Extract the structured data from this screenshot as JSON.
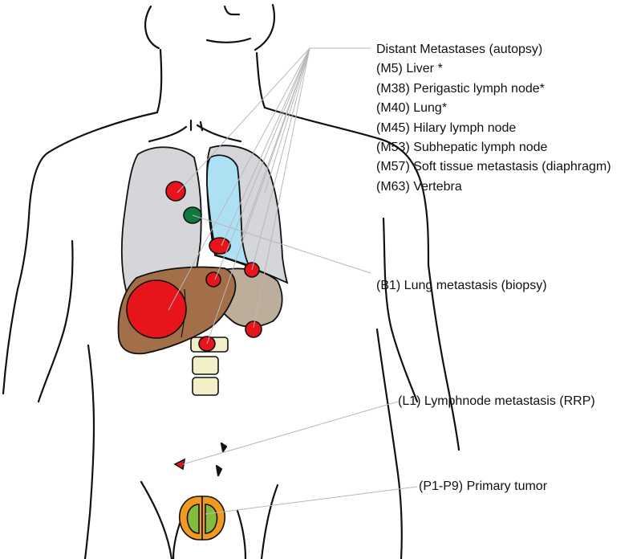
{
  "distant_metastases": {
    "heading": "Distant Metastases (autopsy)",
    "items": [
      "(M5) Liver *",
      "(M38) Perigastic lymph node*",
      "(M40) Lung*",
      "(M45) Hilary lymph node",
      "(M53) Subhepatic lymph node",
      "(M57) Soft tissue metastasis (diaphragm)",
      "(M63) Vertebra"
    ]
  },
  "biopsy_label": "(B1) Lung metastasis (biopsy)",
  "lymphnode_label": "(L1) Lymphnode metastasis (RRP)",
  "primary_label": "(P1-P9) Primary tumor",
  "colors": {
    "outline": "#111111",
    "left_lung": "#d4d6da",
    "right_lung": "#aee0f4",
    "liver": "#a36f48",
    "stomach": "#bdae9b",
    "metastasis": "#e8141b",
    "biopsy_lesion": "#0f7a3e",
    "vertebra": "#f3efc9",
    "prostate_outer": "#f19a1f",
    "prostate_inner": "#86bb3b",
    "leader_line": "#b8b8b8"
  }
}
